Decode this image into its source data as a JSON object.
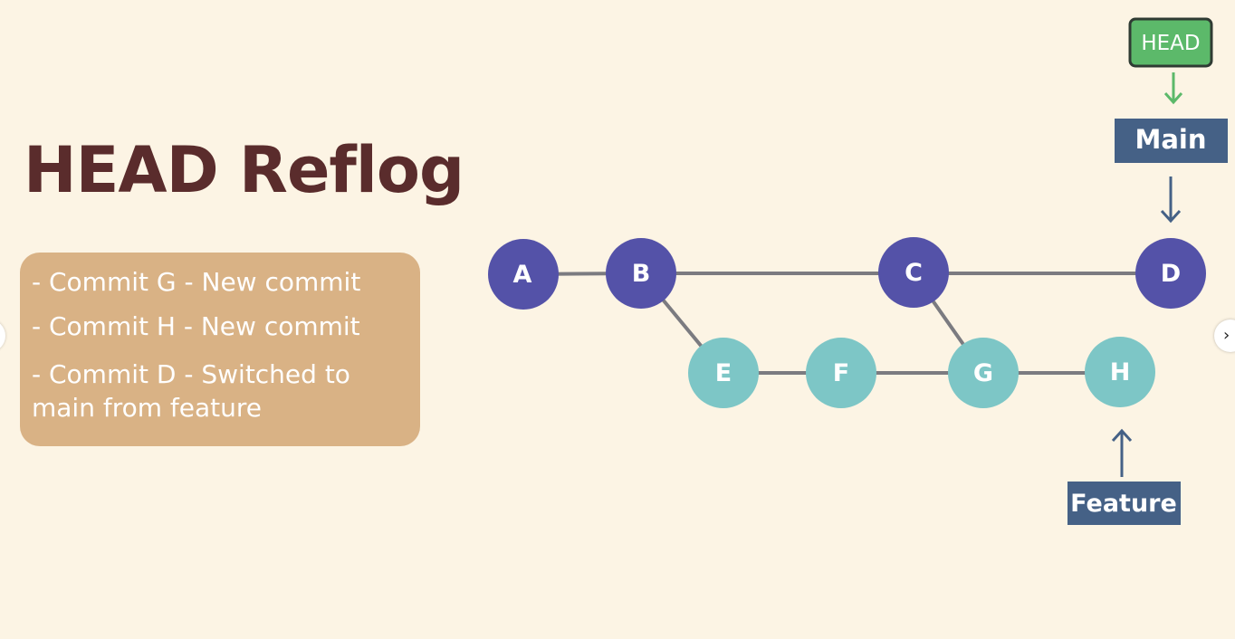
{
  "slide": {
    "title": "HEAD Reflog",
    "notes": [
      "- Commit G - New commit",
      "- Commit H - New commit",
      "- Commit D - Switched to main from feature"
    ]
  },
  "graph": {
    "main_commits": [
      "A",
      "B",
      "C",
      "D"
    ],
    "feature_commits": [
      "E",
      "F",
      "G",
      "H"
    ],
    "edges": [
      [
        "A",
        "B"
      ],
      [
        "B",
        "C"
      ],
      [
        "C",
        "D"
      ],
      [
        "B",
        "E"
      ],
      [
        "E",
        "F"
      ],
      [
        "F",
        "G"
      ],
      [
        "G",
        "H"
      ],
      [
        "C",
        "G"
      ]
    ]
  },
  "labels": {
    "head": "HEAD",
    "main": "Main",
    "feature": "Feature"
  },
  "nav": {
    "next_icon": "chevron-right-icon",
    "next_glyph": "›"
  },
  "colors": {
    "background": "#fcf4e4",
    "title": "#5a2c2c",
    "notes_box": "#d9b285",
    "main_commit": "#5452a8",
    "feature_commit": "#7dc6c6",
    "edge": "#7b7b80",
    "branch_label": "#456186",
    "head_fill": "#5cb96a",
    "head_arrow": "#5cb96a"
  }
}
